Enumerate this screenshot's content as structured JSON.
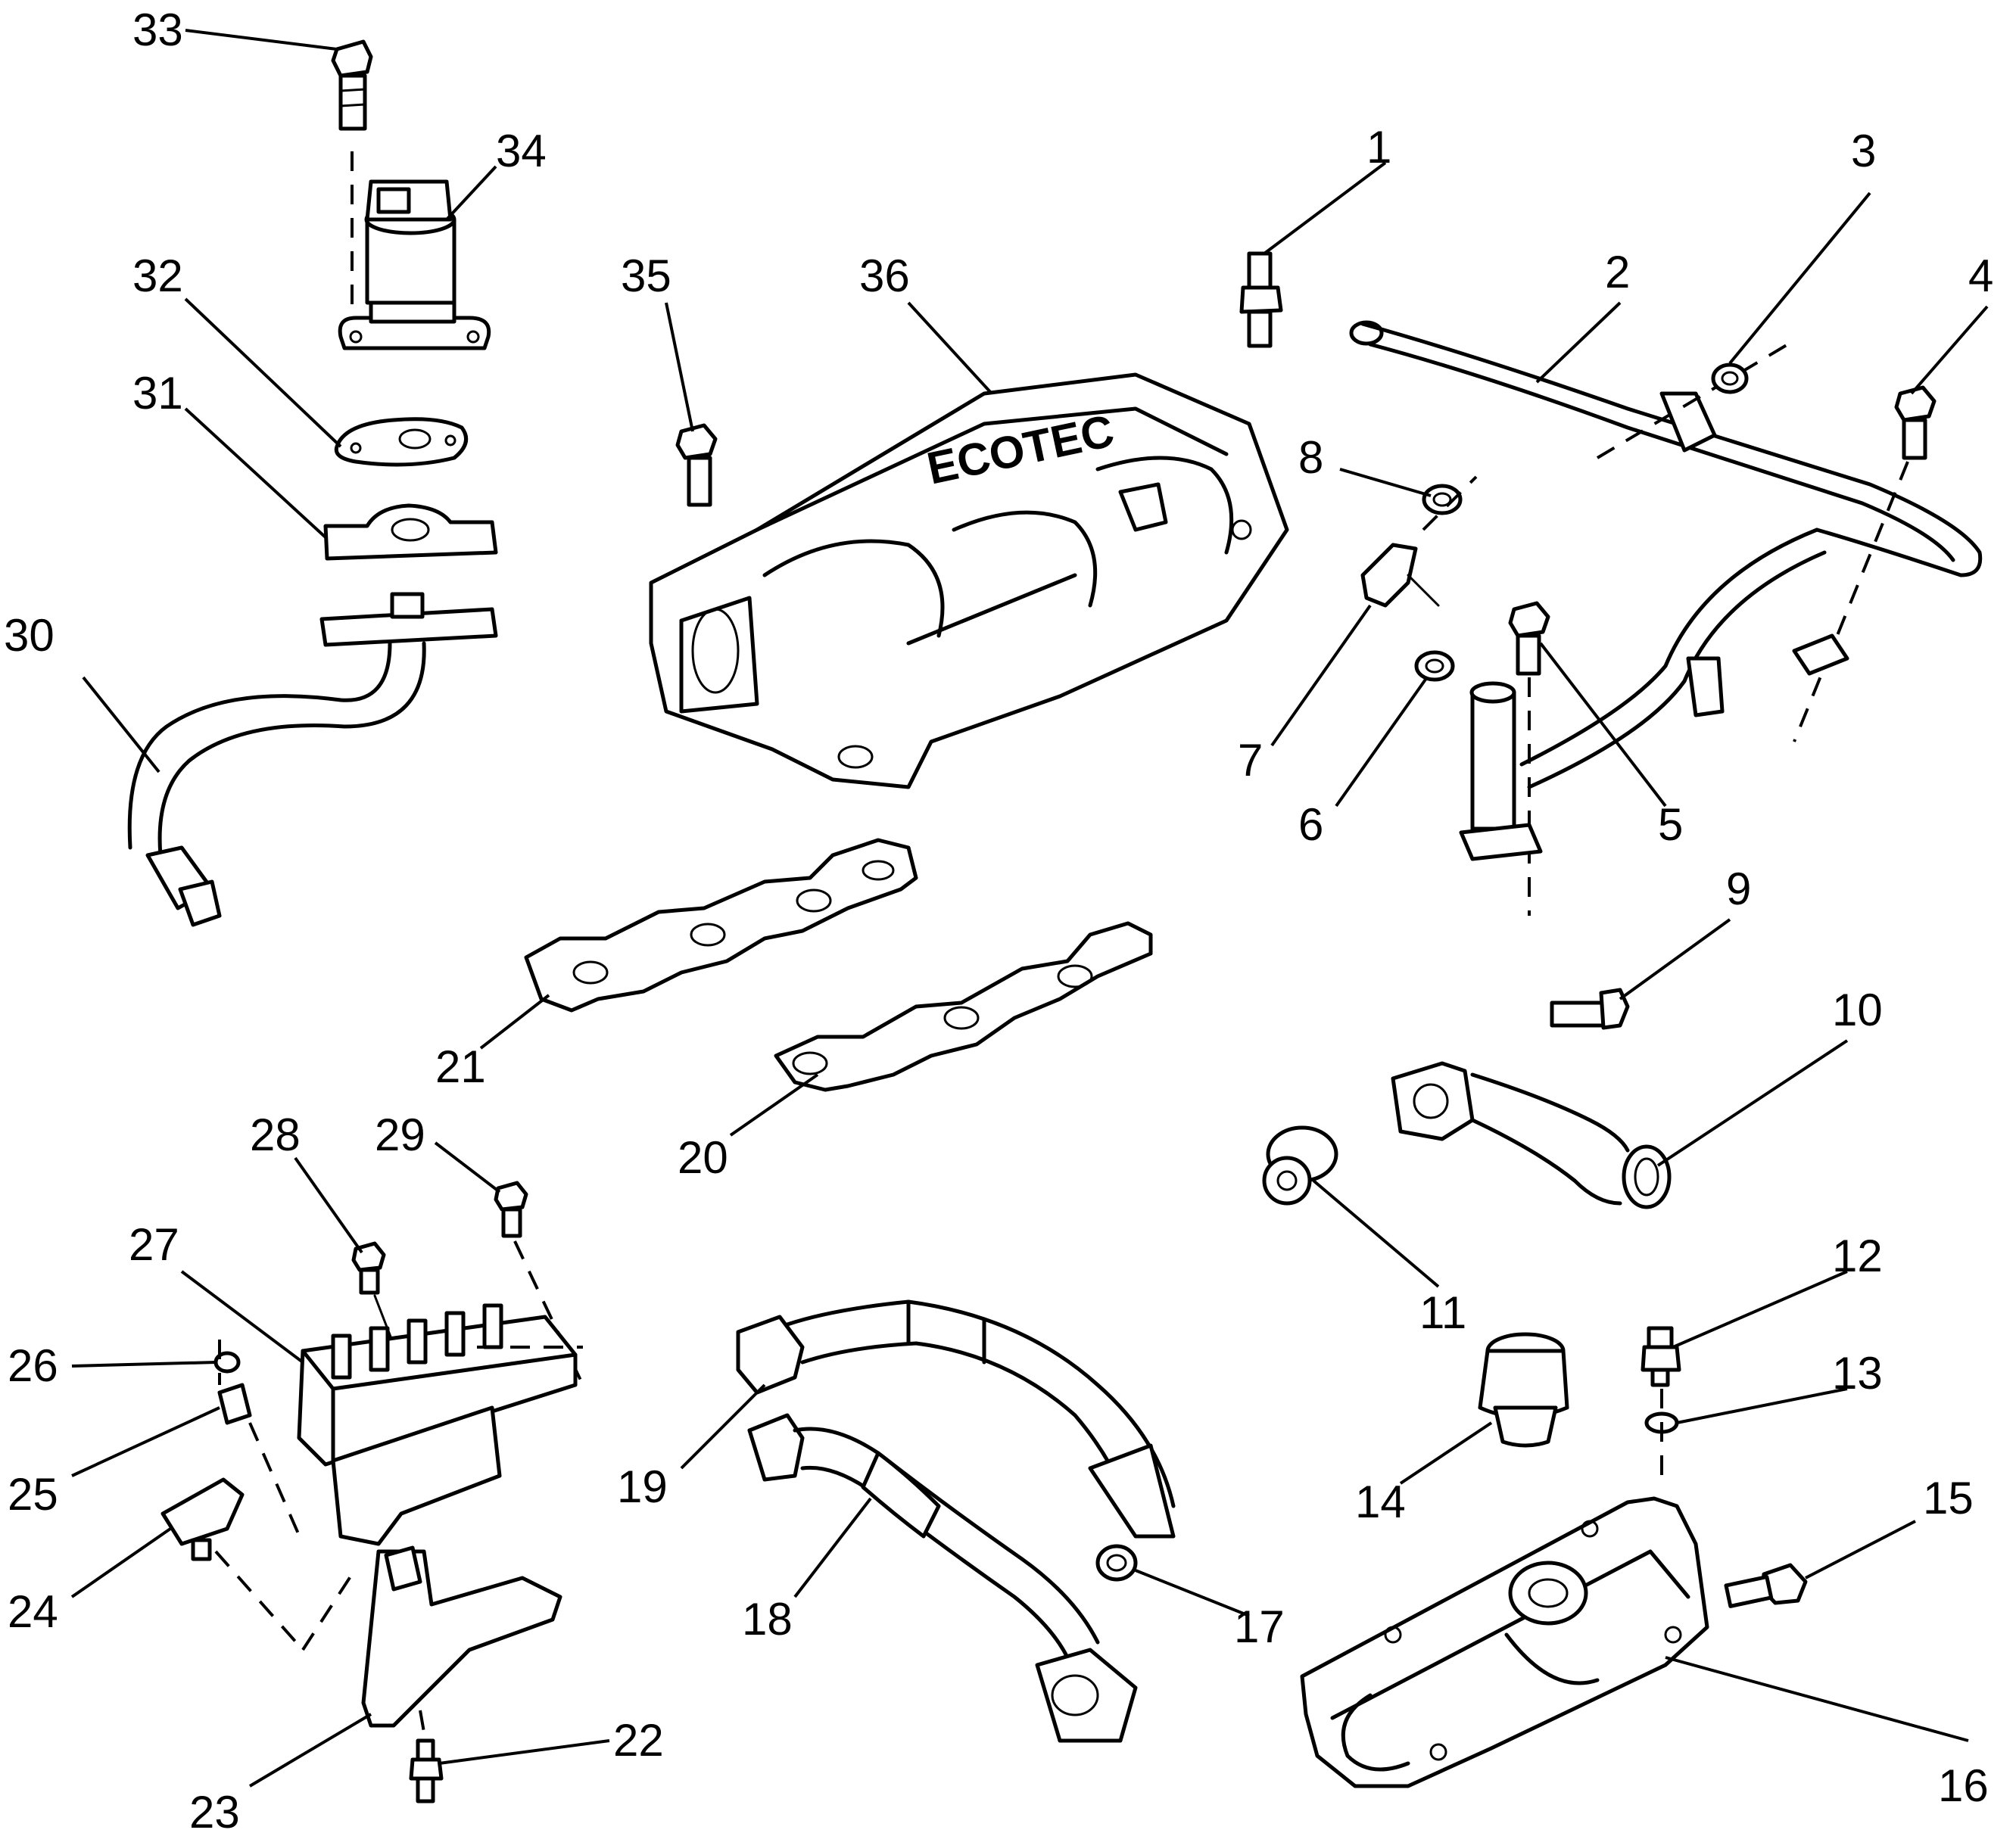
{
  "diagram": {
    "callouts": [
      {
        "id": "c1",
        "label": "1"
      },
      {
        "id": "c2",
        "label": "2"
      },
      {
        "id": "c3",
        "label": "3"
      },
      {
        "id": "c4",
        "label": "4"
      },
      {
        "id": "c5",
        "label": "5"
      },
      {
        "id": "c6",
        "label": "6"
      },
      {
        "id": "c7",
        "label": "7"
      },
      {
        "id": "c8",
        "label": "8"
      },
      {
        "id": "c9",
        "label": "9"
      },
      {
        "id": "c10",
        "label": "10"
      },
      {
        "id": "c11",
        "label": "11"
      },
      {
        "id": "c12",
        "label": "12"
      },
      {
        "id": "c13",
        "label": "13"
      },
      {
        "id": "c14",
        "label": "14"
      },
      {
        "id": "c15",
        "label": "15"
      },
      {
        "id": "c16",
        "label": "16"
      },
      {
        "id": "c17",
        "label": "17"
      },
      {
        "id": "c18",
        "label": "18"
      },
      {
        "id": "c19",
        "label": "19"
      },
      {
        "id": "c20",
        "label": "20"
      },
      {
        "id": "c21",
        "label": "21"
      },
      {
        "id": "c22",
        "label": "22"
      },
      {
        "id": "c23",
        "label": "23"
      },
      {
        "id": "c24",
        "label": "24"
      },
      {
        "id": "c25",
        "label": "25"
      },
      {
        "id": "c26",
        "label": "26"
      },
      {
        "id": "c27",
        "label": "27"
      },
      {
        "id": "c28",
        "label": "28"
      },
      {
        "id": "c29",
        "label": "29"
      },
      {
        "id": "c30",
        "label": "30"
      },
      {
        "id": "c31",
        "label": "31"
      },
      {
        "id": "c32",
        "label": "32"
      },
      {
        "id": "c33",
        "label": "33"
      },
      {
        "id": "c34",
        "label": "34"
      },
      {
        "id": "c35",
        "label": "35"
      },
      {
        "id": "c36",
        "label": "36"
      }
    ],
    "manifold_lettering": "ECOTEC"
  }
}
